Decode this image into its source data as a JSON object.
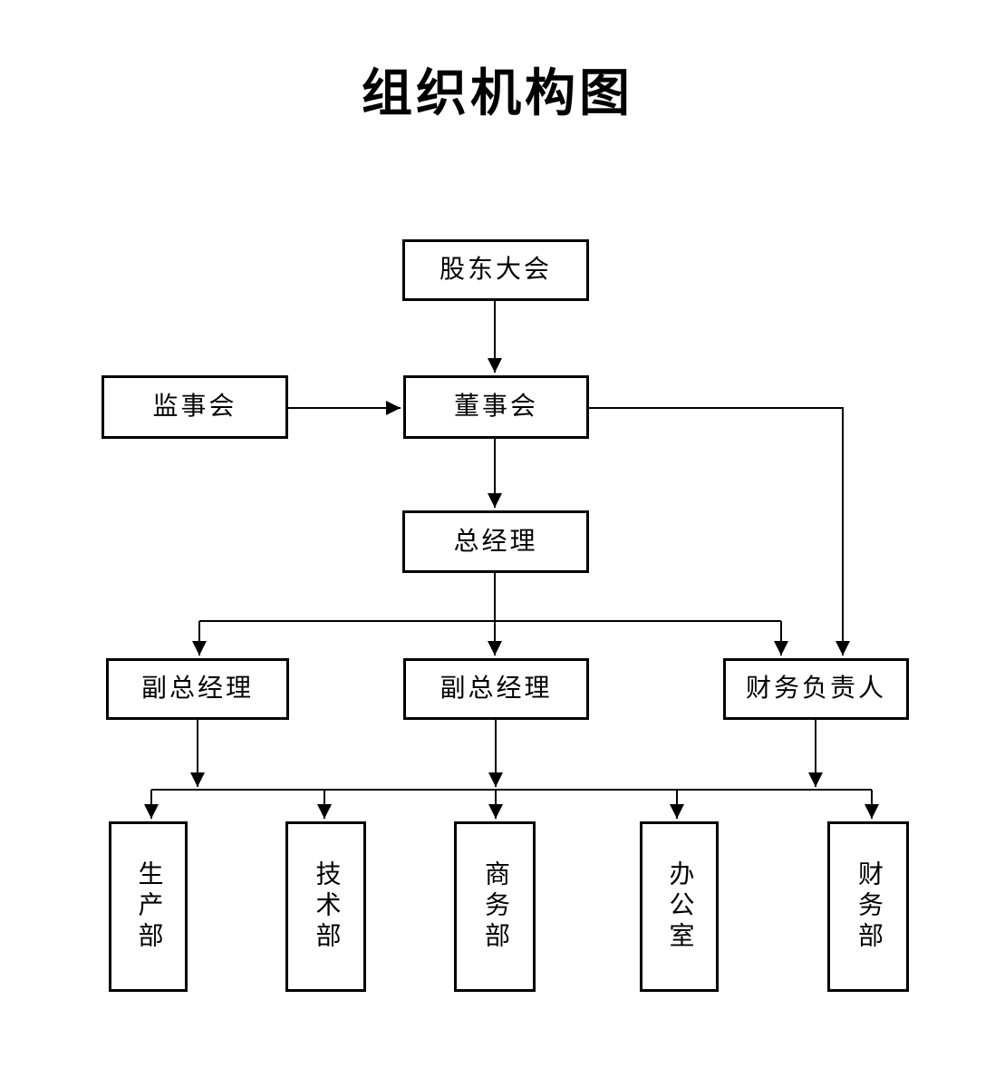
{
  "page": {
    "background_color": "#ffffff",
    "line_color": "#000000"
  },
  "title": "组织机构图",
  "nodes": {
    "shareholders": {
      "label": "股东大会"
    },
    "supervisory": {
      "label": "监事会"
    },
    "board": {
      "label": "董事会"
    },
    "general_manager": {
      "label": "总经理"
    },
    "deputy_gm_left": {
      "label": "副总经理"
    },
    "deputy_gm_center": {
      "label": "副总经理"
    },
    "finance_head": {
      "label": "财务负责人"
    },
    "production_dept": {
      "label": "生产部"
    },
    "technology_dept": {
      "label": "技术部"
    },
    "commerce_dept": {
      "label": "商务部"
    },
    "office": {
      "label": "办公室"
    },
    "finance_dept": {
      "label": "财务部"
    }
  },
  "edges": [
    {
      "from": "shareholders",
      "to": "board"
    },
    {
      "from": "supervisory",
      "to": "board"
    },
    {
      "from": "board",
      "to": "general_manager"
    },
    {
      "from": "board",
      "to": "finance_head"
    },
    {
      "from": "general_manager",
      "to": "deputy_gm_left"
    },
    {
      "from": "general_manager",
      "to": "deputy_gm_center"
    },
    {
      "from": "general_manager",
      "to": "finance_head"
    },
    {
      "from": "deputy_gm_left",
      "to": "department_rail"
    },
    {
      "from": "deputy_gm_center",
      "to": "department_rail"
    },
    {
      "from": "finance_head",
      "to": "department_rail"
    },
    {
      "from": "department_rail",
      "to": "production_dept"
    },
    {
      "from": "department_rail",
      "to": "technology_dept"
    },
    {
      "from": "department_rail",
      "to": "commerce_dept"
    },
    {
      "from": "department_rail",
      "to": "office"
    },
    {
      "from": "department_rail",
      "to": "finance_dept"
    }
  ]
}
